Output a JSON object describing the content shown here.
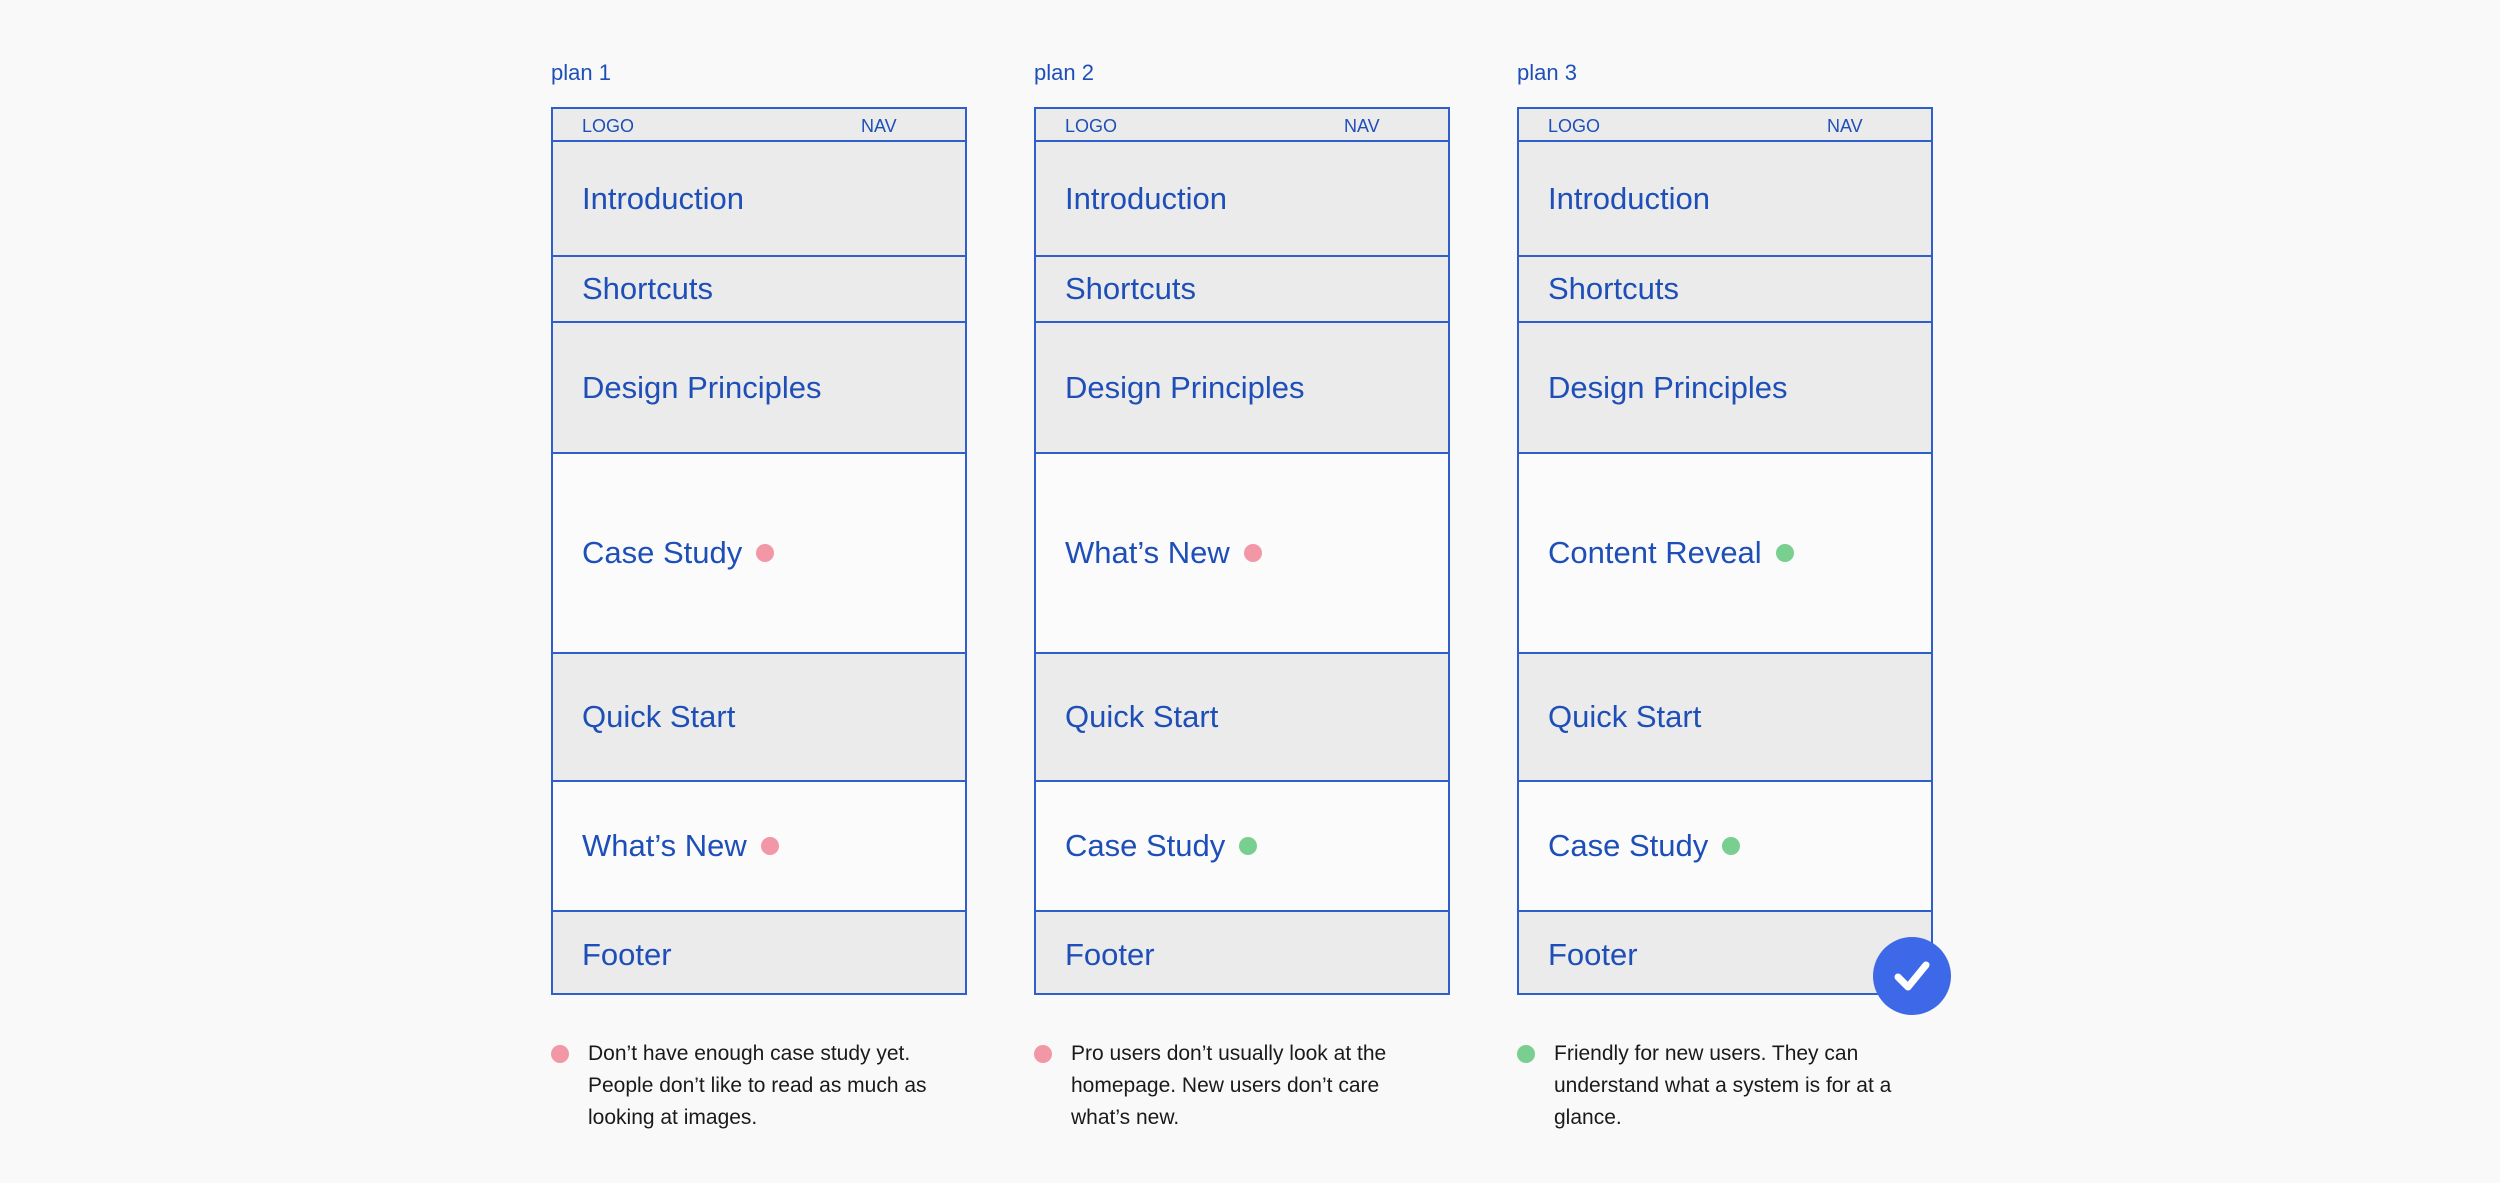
{
  "colors": {
    "primary_blue": "#1e4fb8",
    "frame_border": "#2f5fcb",
    "section_gray": "#ebebeb",
    "pink_dot": "#f197a6",
    "green_dot": "#79cf8f",
    "check_badge": "#3d68e8"
  },
  "plans": [
    {
      "title": "plan 1",
      "header": {
        "logo": "LOGO",
        "nav": "NAV"
      },
      "sections": [
        {
          "label": "Introduction",
          "bg": "gray"
        },
        {
          "label": "Shortcuts",
          "bg": "gray"
        },
        {
          "label": "Design Principles",
          "bg": "gray"
        },
        {
          "label": "Case Study",
          "bg": "white",
          "dot": "pink"
        },
        {
          "label": "Quick Start",
          "bg": "gray"
        },
        {
          "label": "What’s New",
          "bg": "white",
          "dot": "pink"
        },
        {
          "label": "Footer",
          "bg": "gray"
        }
      ],
      "note": {
        "dot": "pink",
        "text": "Don’t have enough case study yet. People don’t like to read as much as looking at images."
      }
    },
    {
      "title": "plan 2",
      "header": {
        "logo": "LOGO",
        "nav": "NAV"
      },
      "sections": [
        {
          "label": "Introduction",
          "bg": "gray"
        },
        {
          "label": "Shortcuts",
          "bg": "gray"
        },
        {
          "label": "Design Principles",
          "bg": "gray"
        },
        {
          "label": "What’s New",
          "bg": "white",
          "dot": "pink"
        },
        {
          "label": "Quick Start",
          "bg": "gray"
        },
        {
          "label": "Case Study",
          "bg": "white",
          "dot": "green"
        },
        {
          "label": "Footer",
          "bg": "gray"
        }
      ],
      "note": {
        "dot": "pink",
        "text": "Pro users don’t usually look at the homepage. New users don’t care what’s new."
      }
    },
    {
      "title": "plan 3",
      "header": {
        "logo": "LOGO",
        "nav": "NAV"
      },
      "sections": [
        {
          "label": "Introduction",
          "bg": "gray"
        },
        {
          "label": "Shortcuts",
          "bg": "gray"
        },
        {
          "label": "Design Principles",
          "bg": "gray"
        },
        {
          "label": "Content Reveal",
          "bg": "white",
          "dot": "green"
        },
        {
          "label": "Quick Start",
          "bg": "gray"
        },
        {
          "label": "Case Study",
          "bg": "white",
          "dot": "green"
        },
        {
          "label": "Footer",
          "bg": "gray"
        }
      ],
      "note": {
        "dot": "green",
        "text": "Friendly for new users. They can understand what a system is for at a glance."
      },
      "selected": true
    }
  ],
  "icons": {
    "selected_badge": "checkmark-icon"
  }
}
